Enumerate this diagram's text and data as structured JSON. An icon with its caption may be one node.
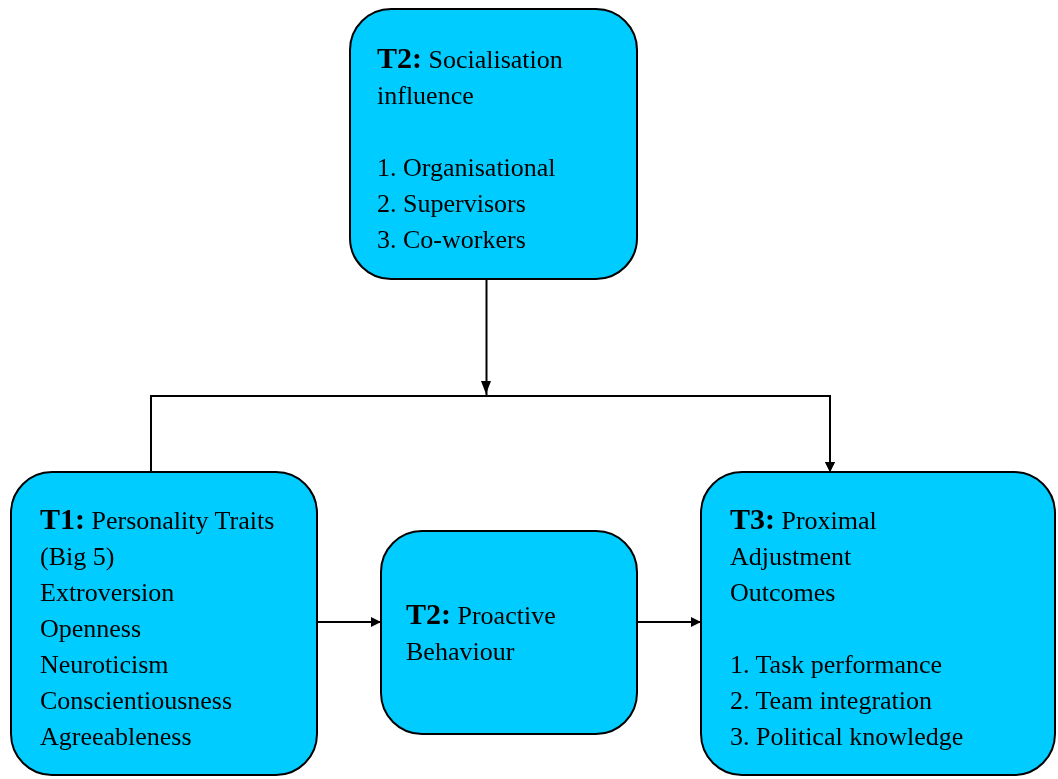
{
  "diagram": {
    "nodes": [
      {
        "text": [
          "**T2:** Socialisation influence",
          "1. Organisational",
          "2. Supervisors",
          "3. Co-workers"
        ]
      },
      {
        "text": [
          "**T1:** Personality Traits (Big 5)",
          "Extroversion",
          "Openness",
          "Neuroticism",
          "Conscientiousness",
          "Agreeableness"
        ]
      },
      {
        "text": [
          "**T2:** Proactive Behaviour"
        ]
      },
      {
        "text": [
          "**T3:** Proximal Adjustment Outcomes",
          "1. Task performance",
          "2. Team integration",
          "3. Political knowledge"
        ]
      }
    ],
    "edges": [
      {
        "from": 0,
        "to": 3,
        "arrow": "to"
      },
      {
        "from": 1,
        "to": 3,
        "arrow": "to"
      },
      {
        "from": 1,
        "to": 2,
        "arrow": "to"
      },
      {
        "from": 2,
        "to": 3,
        "arrow": "to"
      }
    ]
  }
}
